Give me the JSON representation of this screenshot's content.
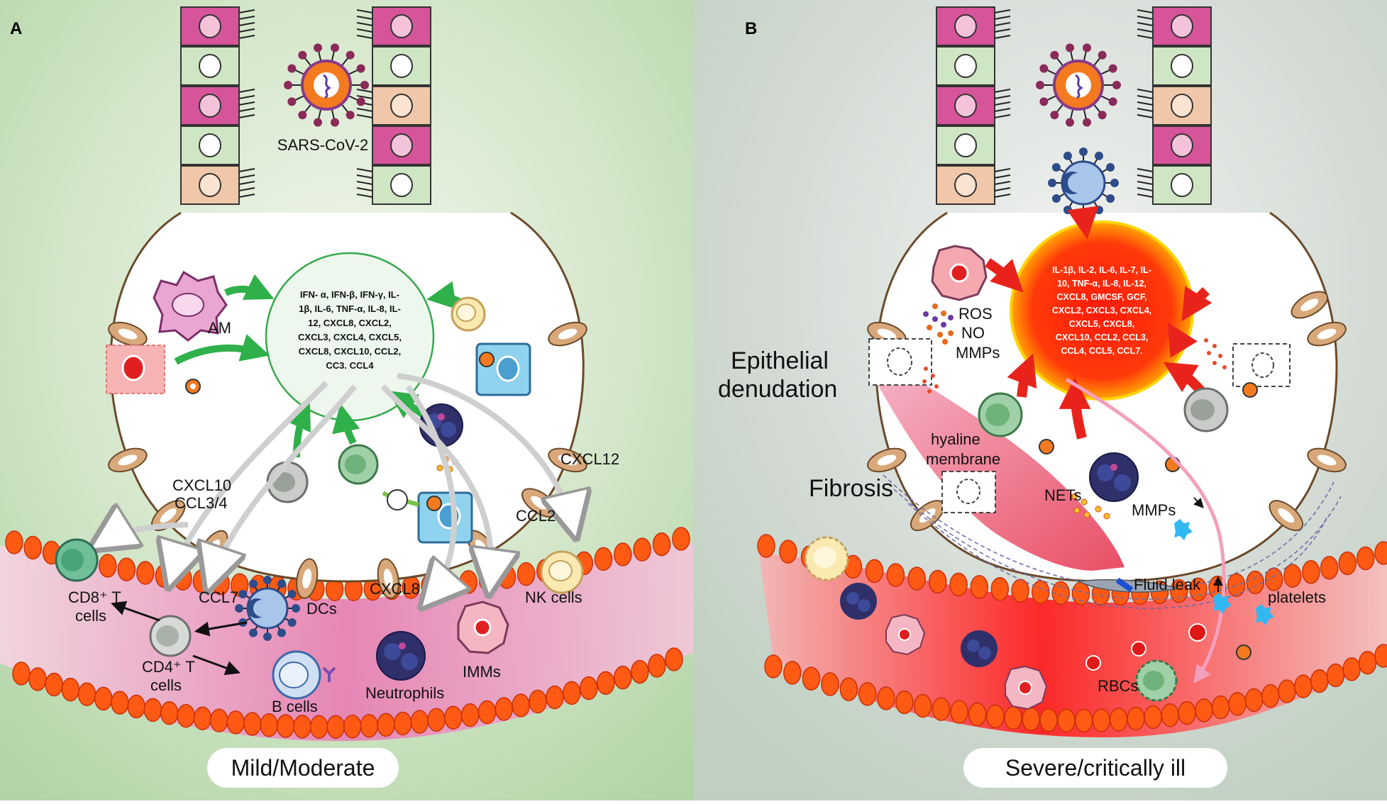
{
  "panel_a": {
    "letter": "A",
    "virus_label": "SARS-CoV-2",
    "am_label": "AM",
    "cytokines": [
      "IFN- α, IFN-β, IFN-γ, IL-",
      "1β, IL-6, TNF-α, IL-8, IL-",
      "12, CXCL8, CXCL2,",
      "CXCL3, CXCL4, CXCL5,",
      "CXCL8, CXCL10, CCL2,",
      "CC3. CCL4"
    ],
    "chemokine_cxcl10": "CXCL10",
    "chemokine_ccl34": "CCL3/4",
    "chemokine_cxcl12": "CXCL12",
    "chemokine_ccl2": "CCL2",
    "chemokine_ccl7": "CCL7",
    "chemokine_cxcl8": "CXCL8",
    "cd8_line1": "CD8⁺ T",
    "cd8_line2": "cells",
    "cd4_line1": "CD4⁺ T",
    "cd4_line2": "cells",
    "dcs_label": "DCs",
    "nk_label": "NK cells",
    "bcells_label": "B cells",
    "neutrophils_label": "Neutrophils",
    "imms_label": "IMMs",
    "badge": "Mild/Moderate"
  },
  "panel_b": {
    "letter": "B",
    "cytokines": [
      "IL-1β, IL-2, IL-6, IL-7, IL-",
      "10, TNF-α, IL-8, IL-12,",
      "CXCL8, GMCSF, GCF,",
      "CXCL2, CXCL3, CXCL4,",
      "CXCL5, CXCL8,",
      "CXCL10, CCL2, CCL3,",
      "CCL4, CCL5, CCL7."
    ],
    "ros": "ROS",
    "no": "NO",
    "mmps_top": "MMPs",
    "epithelial_1": "Epithelial",
    "epithelial_2": "denudation",
    "hyaline_1": "hyaline",
    "hyaline_2": "membrane",
    "fibrosis": "Fibrosis",
    "nets": "NETs",
    "mmps_bottom": "MMPs",
    "fluid_leak": "Fluid leak",
    "platelets": "platelets",
    "rbcs": "RBCs",
    "badge": "Severe/critically ill"
  },
  "colors": {
    "bg_green": "#b9d8b0",
    "bg_gray": "#cfd6d0",
    "green_arrow": "#2fb04a",
    "red_arrow": "#e8231b",
    "rbc": "#ff5a14",
    "epithelium_pink": "#d6549a"
  }
}
